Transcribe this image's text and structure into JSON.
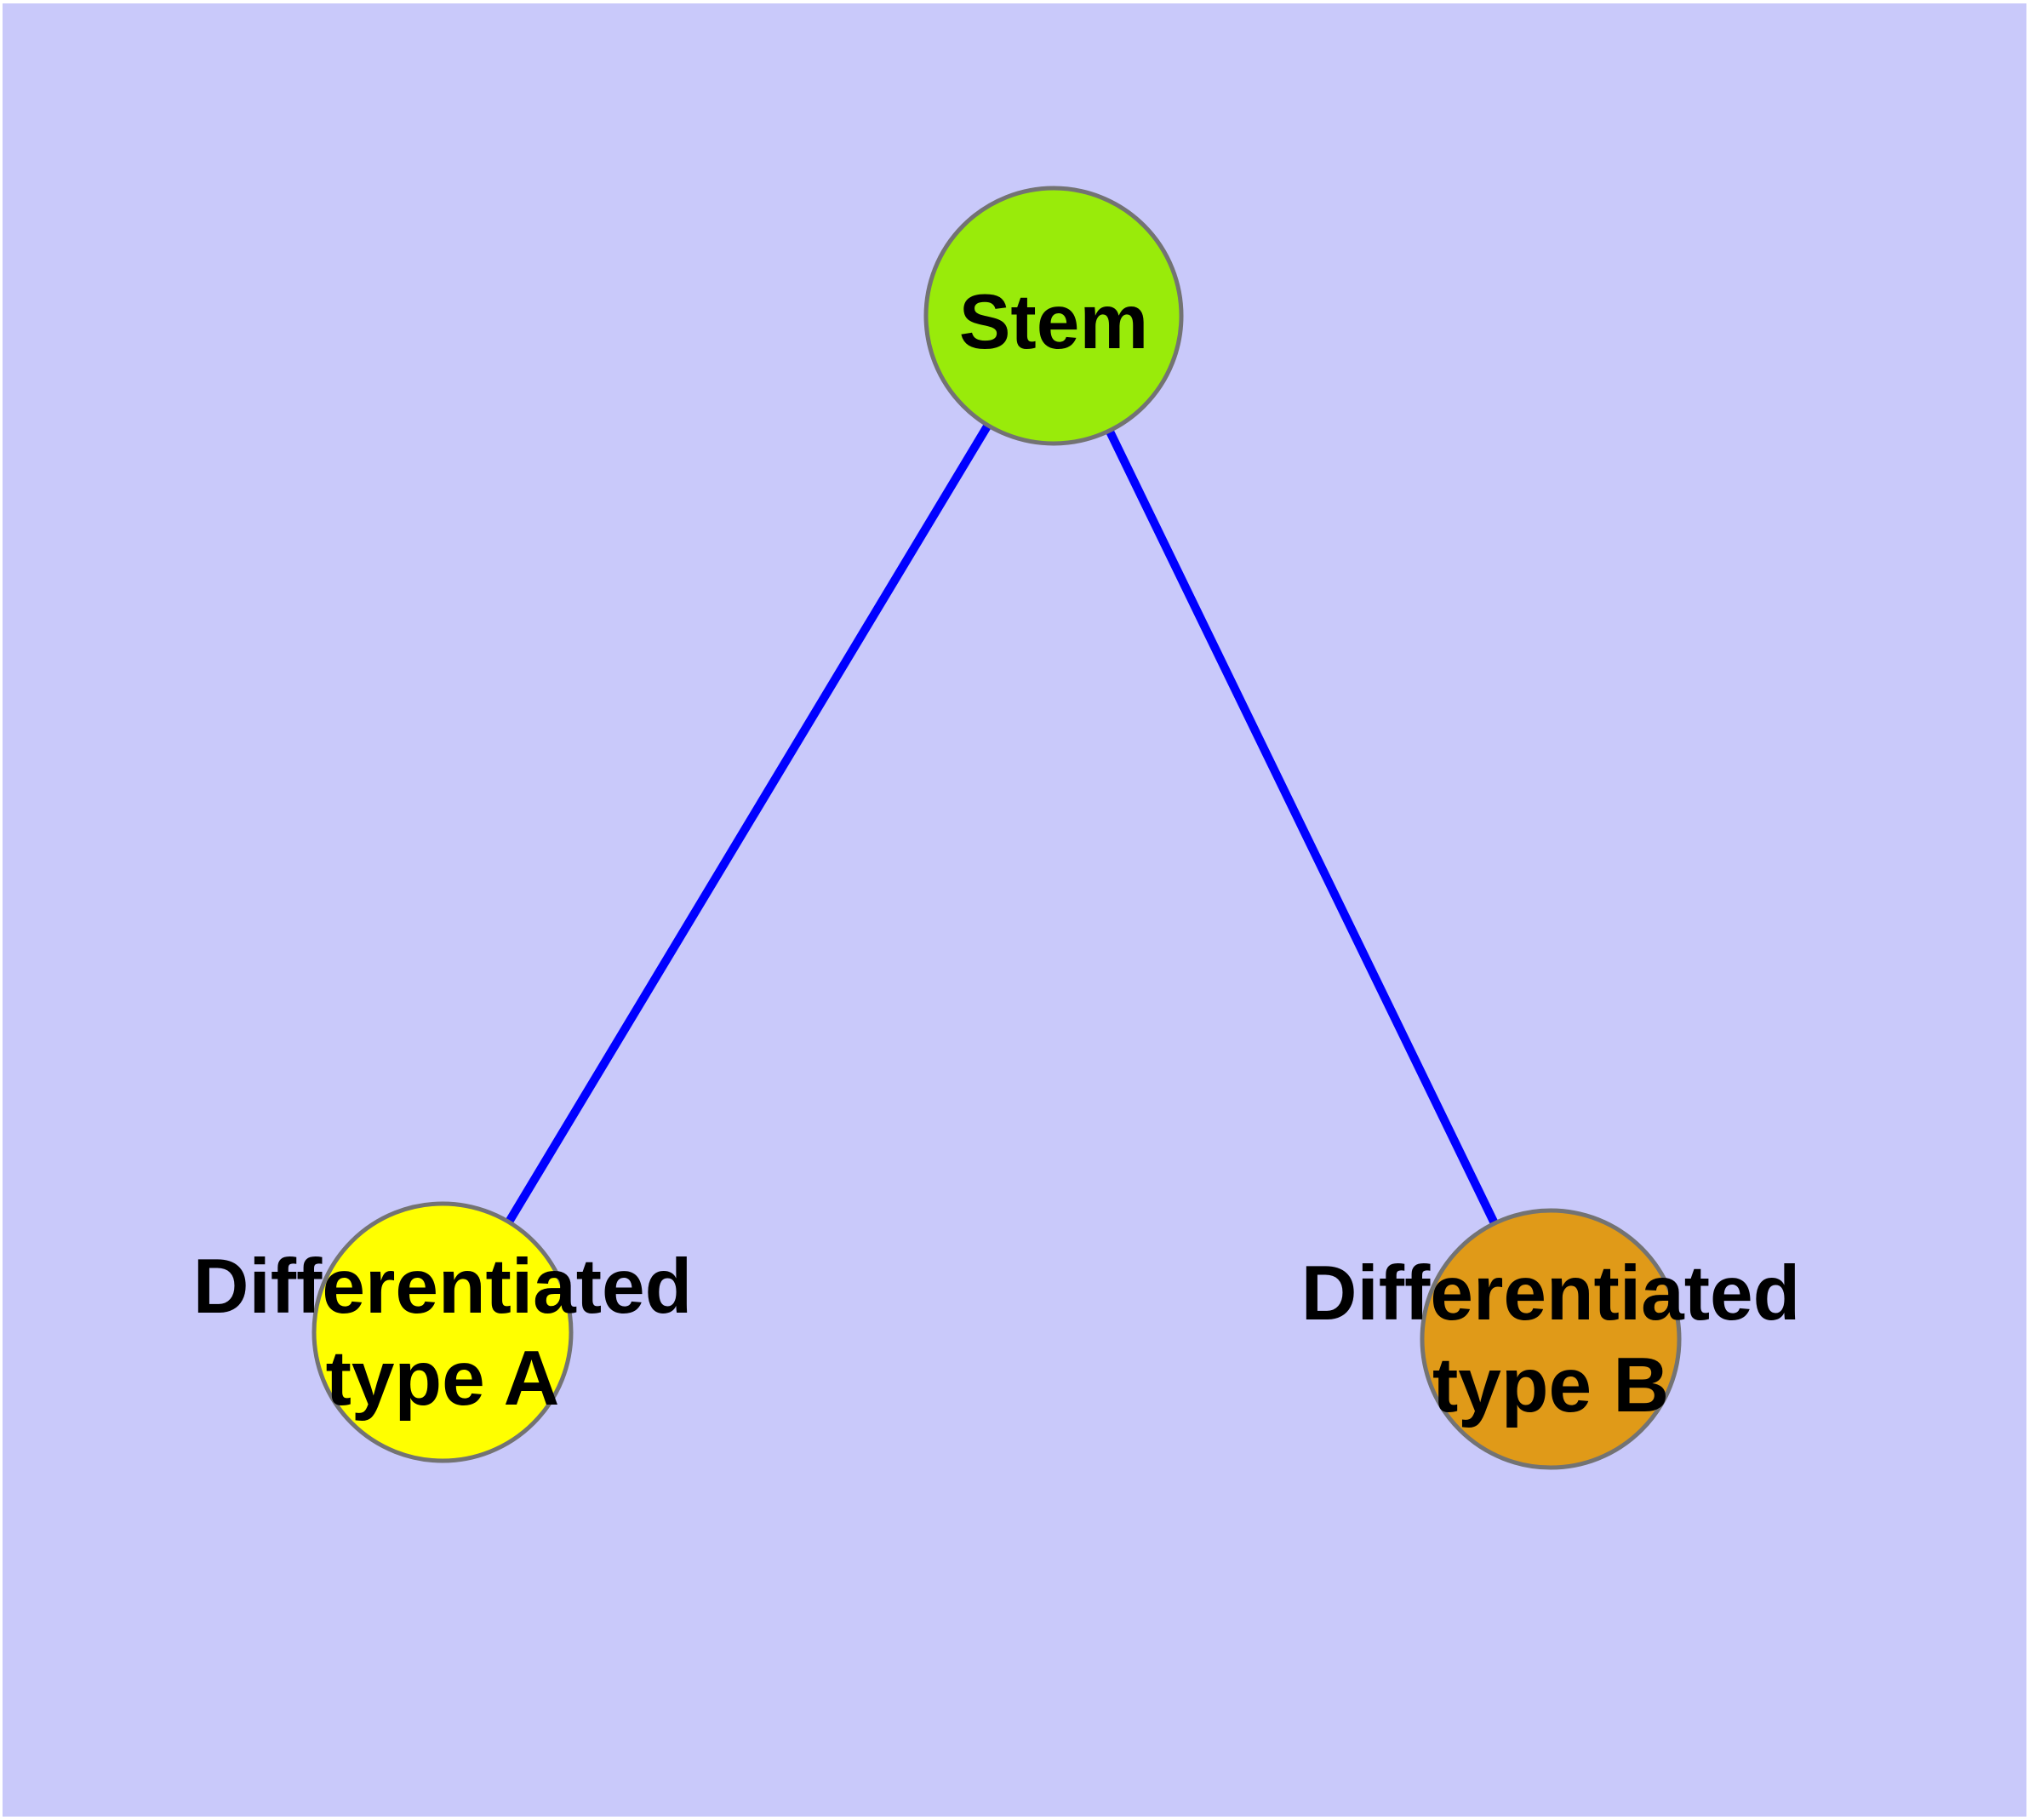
{
  "graph": {
    "type": "node-link-diagram",
    "colors": {
      "page_margin": "#FFFFFF",
      "background": "#C9C9FA",
      "edge": "#0000FF",
      "node_border": "#737373",
      "label": "#000000"
    },
    "nodes": [
      {
        "id": "stem",
        "label": "Stem",
        "label_lines": [
          "Stem"
        ],
        "fill_color": "#99EB0A"
      },
      {
        "id": "differentiated-type-a",
        "label": "Differentiated type A",
        "label_lines": [
          "Differentiated",
          "type A"
        ],
        "fill_color": "#FFFF00"
      },
      {
        "id": "differentiated-type-b",
        "label": "Differentiated type B",
        "label_lines": [
          "Differentiated",
          "type B"
        ],
        "fill_color": "#E09A18"
      }
    ],
    "edges": [
      {
        "from": "Stem",
        "to": "Differentiated type A"
      },
      {
        "from": "Stem",
        "to": "Differentiated type B"
      }
    ]
  }
}
